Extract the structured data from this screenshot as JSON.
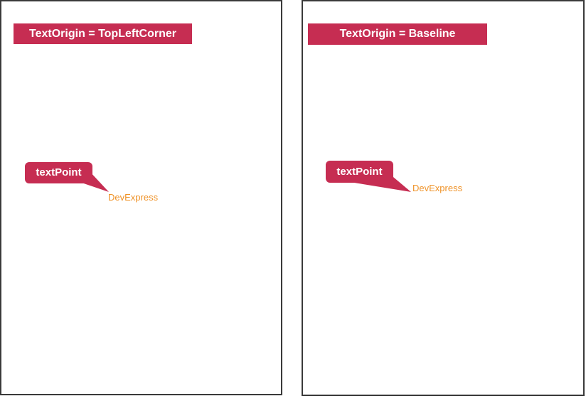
{
  "colors": {
    "accent": "#c62d52",
    "annotation_orange": "#ef9227",
    "panel_border": "#3a3a3a",
    "header_text": "#ffffff",
    "background": "#ffffff"
  },
  "panels": [
    {
      "header": "TextOrigin = TopLeftCorner",
      "callout_label": "textPoint",
      "annotation_text": "DevExpress"
    },
    {
      "header": "TextOrigin = Baseline",
      "callout_label": "textPoint",
      "annotation_text": "DevExpress"
    }
  ]
}
